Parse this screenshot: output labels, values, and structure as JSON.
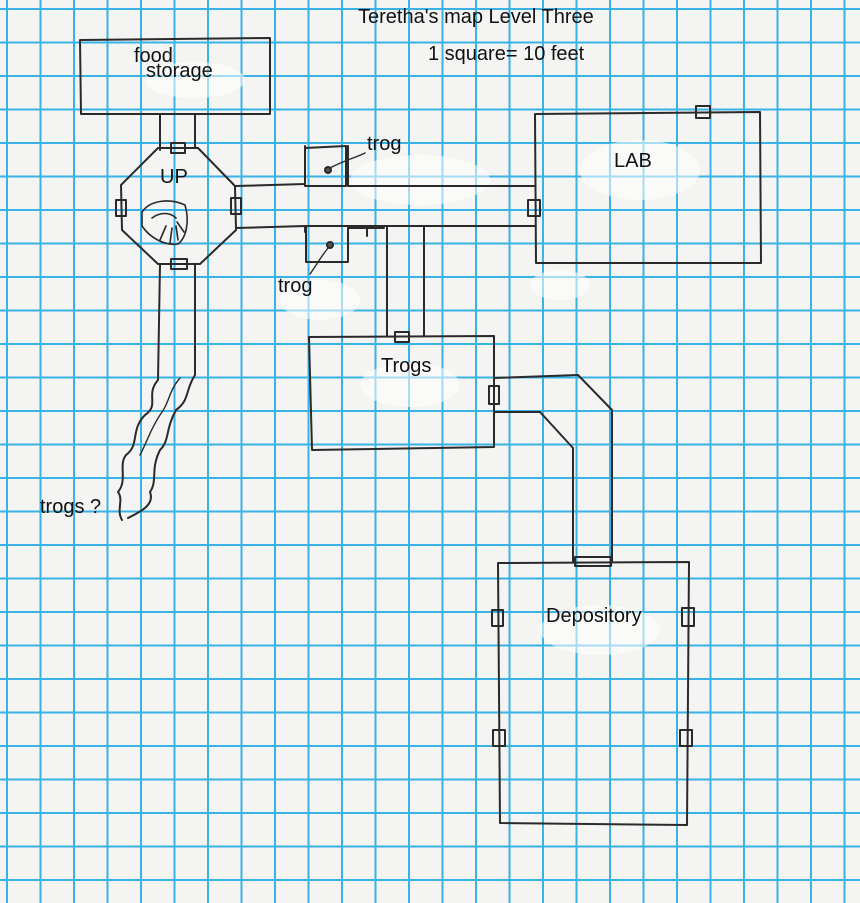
{
  "map": {
    "title": "Teretha's map Level Three",
    "scale": "1 square= 10 feet",
    "rooms": {
      "food": "food",
      "storage": "storage",
      "up": "UP",
      "lab": "LAB",
      "trogs": "Trogs",
      "depository": "Depository"
    },
    "markers": {
      "trog_upper": "trog",
      "trog_lower": "trog",
      "trogs_unknown": "trogs ?"
    }
  }
}
